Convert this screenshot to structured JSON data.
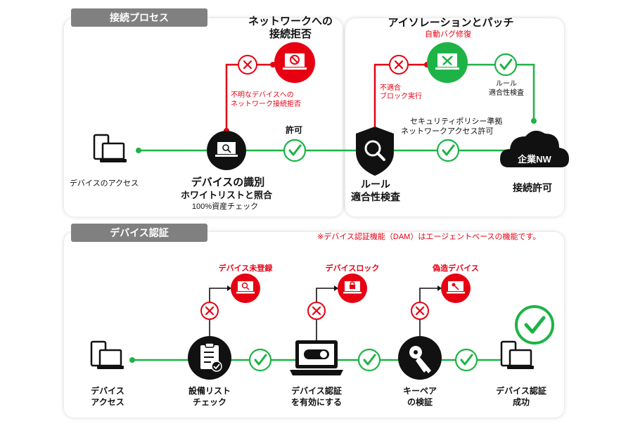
{
  "colors": {
    "green": "#1db346",
    "red": "#e60012",
    "gray": "#808080",
    "dark": "#111111"
  },
  "process": {
    "tab_label": "接続プロセス",
    "device_access": "デバイスのアクセス",
    "identify_title": "デバイスの識別",
    "identify_sub": "ホワイトリストと照合",
    "identify_note": "100%資産チェック",
    "reject_title_1": "ネットワークへの",
    "reject_title_2": "接続拒否",
    "reject_note_1": "不明なデバイスへの",
    "reject_note_2": "ネットワーク接続拒否",
    "allow_label": "許可",
    "rule_title_1": "ルール",
    "rule_title_2": "適合性検査",
    "policy_note_1": "セキュリティポリシー準拠",
    "policy_note_2": "ネットワークアクセス許可",
    "isolation_title": "アイソレーションとパッチ",
    "auto_fix": "自動バグ修復",
    "block_note_1": "不適合",
    "block_note_2": "ブロック実行",
    "rule_ok_1": "ルール",
    "rule_ok_2": "適合性検査",
    "enterprise_nw": "企業NW",
    "connect_ok": "接続許可",
    "icons": [
      "devices-icon",
      "laptop-search-icon",
      "reject-x-icon",
      "blocked-laptop-icon",
      "check-icon",
      "shield-search-icon",
      "repair-laptop-icon",
      "cloud-icon"
    ]
  },
  "auth": {
    "tab_label": "デバイス認証",
    "dam_note": "※デバイス認証機能（DAM）はエージェントベースの機能です。",
    "steps": [
      {
        "line1": "デバイス",
        "line2": "アクセス"
      },
      {
        "line1": "設備リスト",
        "line2": "チェック"
      },
      {
        "line1": "デバイス認証",
        "line2": "を有効にする"
      },
      {
        "line1": "キーペア",
        "line2": "の検証"
      },
      {
        "line1": "デバイス認証",
        "line2": "成功"
      }
    ],
    "fail_labels": [
      "デバイス未登録",
      "デバイスロック",
      "偽造デバイス"
    ],
    "icons": [
      "clipboard-check-icon",
      "toggle-laptop-icon",
      "key-icon",
      "laptop-lock-icon",
      "laptop-key-icon",
      "big-check-icon"
    ]
  }
}
